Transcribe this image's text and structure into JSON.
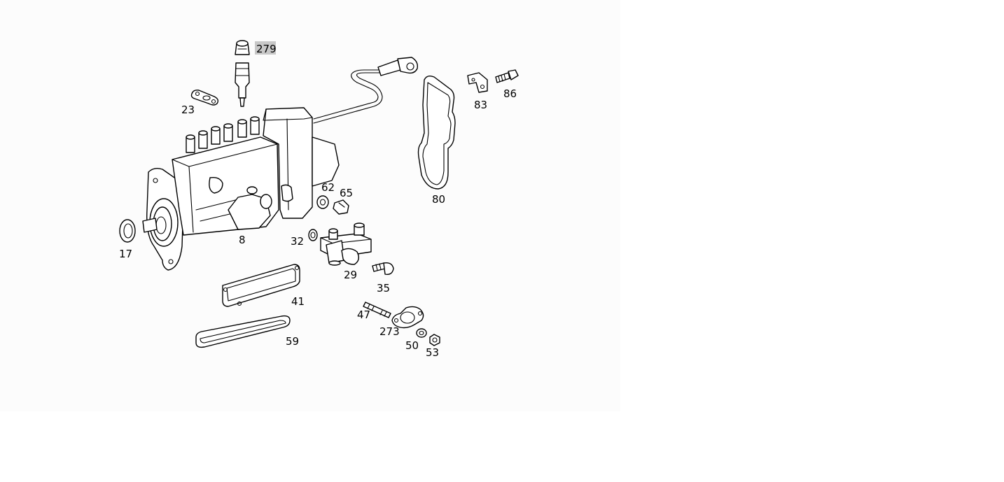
{
  "diagram": {
    "highlight_color": "#c8c8c8",
    "callouts": [
      {
        "id": "279",
        "text": "279",
        "highlighted": true
      },
      {
        "id": "23",
        "text": "23"
      },
      {
        "id": "83",
        "text": "83"
      },
      {
        "id": "86",
        "text": "86"
      },
      {
        "id": "62",
        "text": "62"
      },
      {
        "id": "65",
        "text": "65"
      },
      {
        "id": "80",
        "text": "80"
      },
      {
        "id": "17",
        "text": "17"
      },
      {
        "id": "8",
        "text": "8"
      },
      {
        "id": "32",
        "text": "32"
      },
      {
        "id": "29",
        "text": "29"
      },
      {
        "id": "35",
        "text": "35"
      },
      {
        "id": "41",
        "text": "41"
      },
      {
        "id": "47",
        "text": "47"
      },
      {
        "id": "273",
        "text": "273"
      },
      {
        "id": "59",
        "text": "59"
      },
      {
        "id": "50",
        "text": "50"
      },
      {
        "id": "53",
        "text": "53"
      }
    ]
  }
}
